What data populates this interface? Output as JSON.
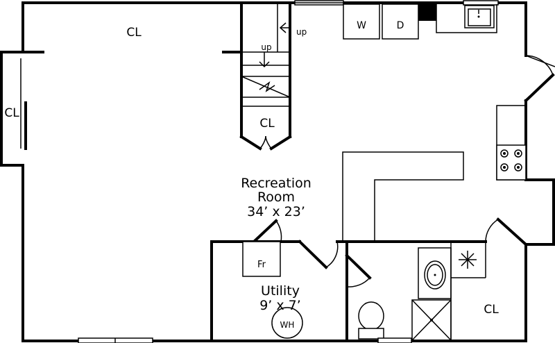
{
  "floorplan": {
    "rooms": {
      "recreation": {
        "name_line1": "Recreation",
        "name_line2": "Room",
        "size": "34’ x 23’"
      },
      "utility": {
        "name": "Utility",
        "size": "9’ x 7’"
      }
    },
    "closets": {
      "top_left": "CL",
      "left_wall": "CL",
      "stair": "CL",
      "bath": "CL"
    },
    "stairs": {
      "up_upper": "up",
      "up_lower": "up"
    },
    "appliances": {
      "washer": "W",
      "dryer": "D",
      "freezer": "Fr",
      "water_heater": "WH"
    }
  }
}
